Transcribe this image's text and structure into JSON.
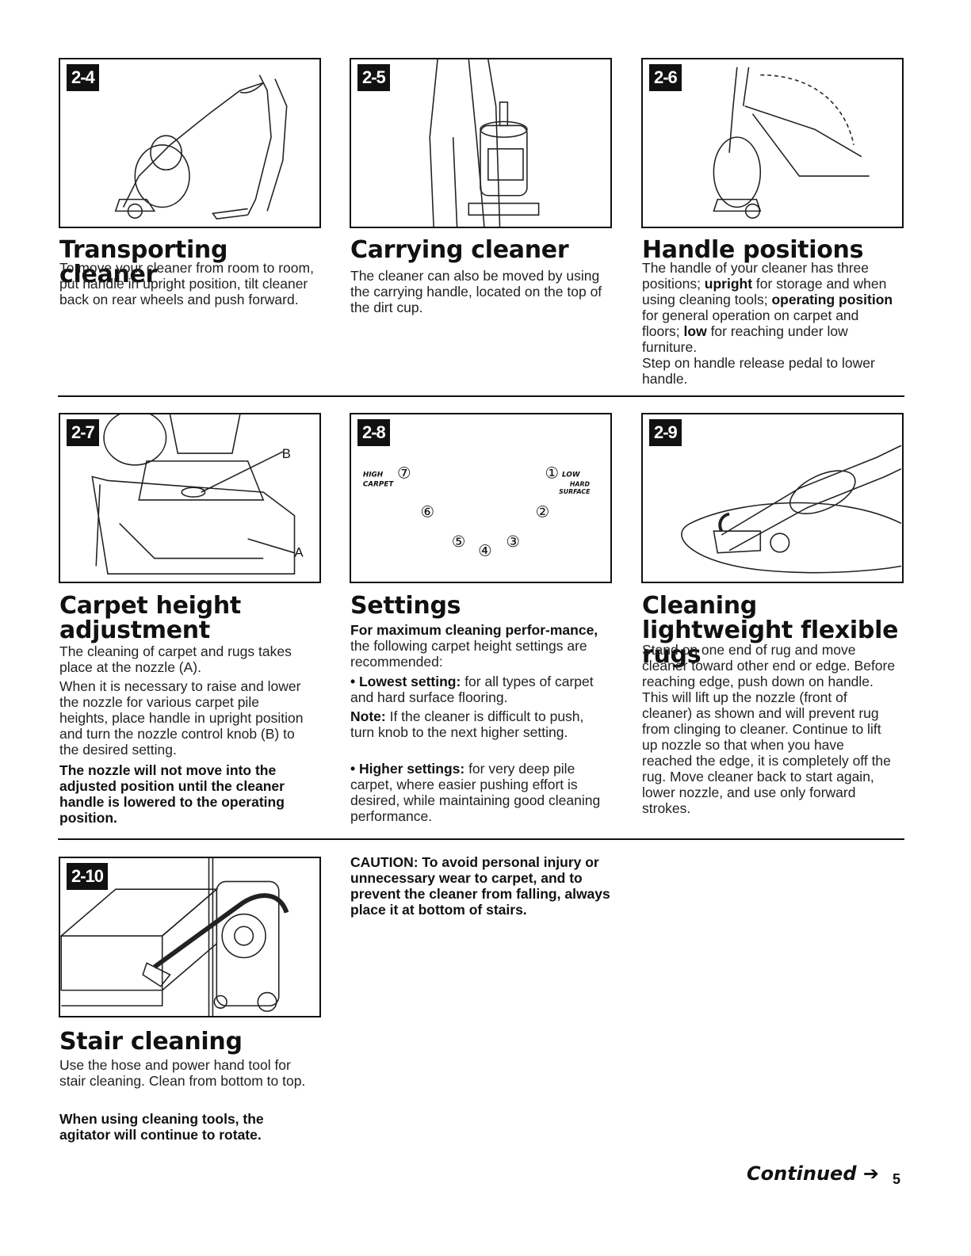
{
  "figures": {
    "f24": {
      "label": "2-4"
    },
    "f25": {
      "label": "2-5"
    },
    "f26": {
      "label": "2-6"
    },
    "f27": {
      "label": "2-7",
      "callout_b": "B",
      "callout_a": "A"
    },
    "f28": {
      "label": "2-8",
      "high": "HIGH",
      "carpet": "CARPET",
      "low": "LOW",
      "hard": "HARD",
      "surface": "SURFACE",
      "d7": "⑦",
      "d1": "①",
      "d6": "⑥",
      "d2": "②",
      "d5": "⑤",
      "d4": "④",
      "d3": "③"
    },
    "f29": {
      "label": "2-9"
    },
    "f210": {
      "label": "2-10"
    }
  },
  "transporting": {
    "title": "Transporting cleaner",
    "body": "To move your cleaner from room to room, put handle in upright position, tilt cleaner back on rear wheels and push forward."
  },
  "carrying": {
    "title": "Carrying cleaner",
    "body": "The cleaner can also be moved by using the carrying handle, located on the top of the dirt cup."
  },
  "handle": {
    "title": "Handle positions",
    "t1": "The handle of your cleaner has three positions; ",
    "b1": "upright",
    "t2": " for storage and when using cleaning tools; ",
    "b2": "operating position",
    "t3": " for general operation on carpet and floors; ",
    "b3": "low",
    "t4": " for reaching under low furniture.",
    "body2": "Step on handle release pedal to lower handle."
  },
  "carpet": {
    "title": "Carpet height adjustment",
    "p1": "The cleaning of carpet and rugs takes place at the nozzle (A).",
    "p2": "When it is necessary to raise and lower the nozzle for various carpet pile heights, place handle in upright position and turn the nozzle control knob (B) to the desired setting.",
    "p3": "The nozzle will not move into the adjusted position until the cleaner handle is lowered to the operating position."
  },
  "settings": {
    "title": "Settings",
    "intro_bold": "For maximum cleaning perfor-mance,",
    "intro_rest": " the following carpet height settings are recommended:",
    "b1_bold": "• Lowest setting:",
    "b1_rest": " for all types of carpet and hard surface flooring.",
    "note_bold": "Note:",
    "note_rest": " If the cleaner is difficult to push, turn knob to the next higher setting.",
    "b2_bold": "• Higher settings:",
    "b2_rest": " for very deep pile carpet, where easier pushing effort is desired, while maintaining good cleaning performance."
  },
  "rugs": {
    "title": "Cleaning lightweight flexible rugs",
    "body": "Stand on one end of rug and move cleaner toward other end or edge. Before reaching edge, push down on handle. This will lift up the nozzle (front of cleaner) as shown and will prevent rug from clinging to cleaner. Continue to lift up nozzle so that when you have reached the edge, it is completely off the rug. Move cleaner back to start again, lower nozzle, and use only forward strokes."
  },
  "caution": {
    "text": "CAUTION: To avoid personal injury or unnecessary wear to carpet, and to prevent the cleaner from falling, always place it at bottom of stairs."
  },
  "stair": {
    "title": "Stair cleaning",
    "p1": "Use the hose and power hand tool for stair cleaning. Clean from bottom to top.",
    "p2": "When using cleaning tools, the agitator will continue to rotate."
  },
  "footer": {
    "continued": "Continued ➔",
    "page_number": "5"
  }
}
